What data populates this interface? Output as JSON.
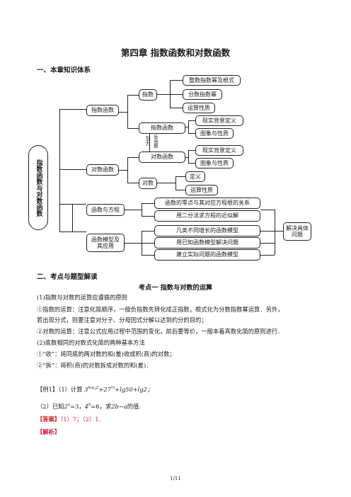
{
  "doc": {
    "title": "第四章  指数函数和对数函数",
    "section1": "一、本章知识体系",
    "section2": "二、考点与题型解读",
    "kaodian": "考点一  指数与对数的运算",
    "paragraphs": [
      "(1)指数与对数的运算应遵循的原则",
      "①指数的运算：注意化简顺序，一般负指数先转化成正指数，根式化为分数指数幂运算．另外，",
      "若出现分式，则要注意对分子、分母因式分解以达到约分的目的；",
      "②对数的运算：注意公式应用过程中范围的变化，前后要等价，一般本着真数化简的原则进行．",
      "(2)底数相同的对数式化简的两种基本方法",
      "①“收”：将同底的两对数的和(差)收成积(商)的对数；",
      "②“拆”：将积(商)的对数拆成对数的和(差)．"
    ],
    "example_label": "【例1】",
    "example_q1_prefix": "（1）计算",
    "example_q1_expr": "3",
    "example_q1_sup1": "log",
    "example_q1_sup1b": "3",
    "example_q1_sup1c": "2",
    "example_q1_mid": "+27",
    "example_q1_sup2": "⅔",
    "example_q1_tail": "+lg50+lg2；",
    "example_q2_prefix": "（2）已知",
    "example_q2_e1": "2",
    "example_q2_e1sup": "a",
    "example_q2_e1tail": "=3，",
    "example_q2_e2": "4",
    "example_q2_e2sup": "b",
    "example_q2_e2tail": "=6，求",
    "example_q2_expr": "2b−a",
    "example_q2_end": "的值.",
    "answer_label": "【答案】",
    "answer_text": "（1）7；（2）1.",
    "analysis_label": "【解析】",
    "footer": "1/11"
  },
  "diagram": {
    "root": "指数函数与对数函数",
    "zhishu_hanshu": "指数函数",
    "zhishu": "指数",
    "zhengshu_mi": "整数指数幂及根式",
    "fenshu_mi": "分数指数幂",
    "yunsuan_xingzhi1": "运算性质",
    "zhishu_hanshu2": "指数函数",
    "xianshi1": "现实背景定义",
    "tuxiang1": "图象与性质",
    "huwei": "互为",
    "fanhanshu": "反函数",
    "duishu_hanshu": "对数函数",
    "duishu_hanshu2": "对数函数",
    "xianshi2": "现实背景定义",
    "tuxiang2": "图象与性质",
    "duishu": "对数",
    "dingyi": "定义",
    "yunsuan_xingzhi2": "运算性质",
    "hanshu_fangcheng": "函数与方程",
    "lingdian": "函数的零点与其对应方程根的关系",
    "erfenfa": "用二分法求方程的近似解",
    "moxing": "函数模型及其应用",
    "zengzhang": "几类不同增长的函数模型",
    "yizhi": "用已知函数模型解决问题",
    "jianli": "建立实际问题的函数模型",
    "jiejue": "解决具体问题"
  }
}
